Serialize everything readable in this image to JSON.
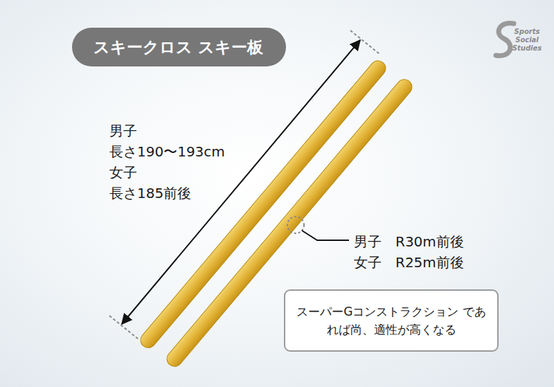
{
  "diagram": {
    "title": "スキークロス スキー板",
    "nodes": [
      {
        "text": [
          "スーパーGコンストラクション であれば尚、適性が高くなる"
        ]
      }
    ],
    "labels": [
      "男子",
      "長さ190〜193cm",
      "女子",
      "長さ185前後",
      "男子　R30m前後",
      "女子　R25m前後",
      "Sports Social Studies"
    ]
  }
}
